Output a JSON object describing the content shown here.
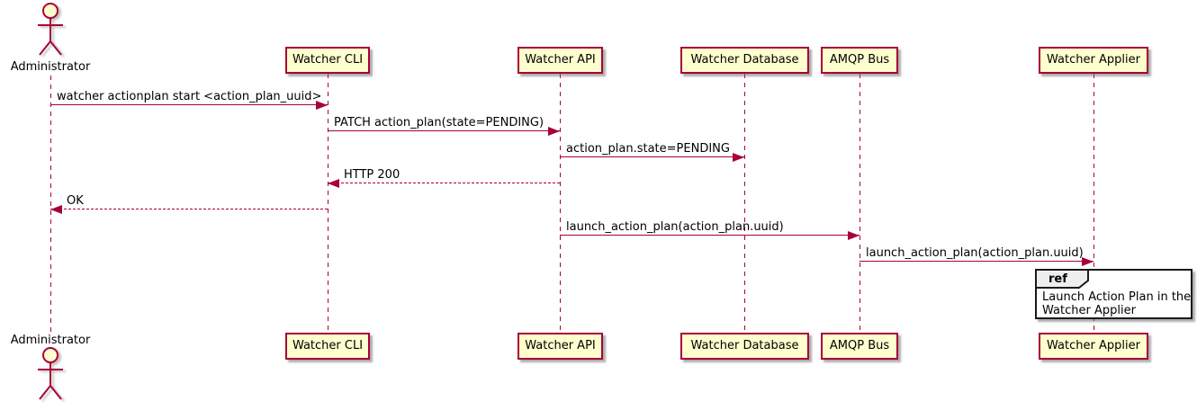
{
  "diagram": {
    "type": "sequence",
    "actor": {
      "label": "Administrator"
    },
    "participants": [
      {
        "label": "Watcher CLI"
      },
      {
        "label": "Watcher API"
      },
      {
        "label": "Watcher Database"
      },
      {
        "label": "AMQP Bus"
      },
      {
        "label": "Watcher Applier"
      }
    ],
    "messages": [
      {
        "label": "watcher actionplan start <action_plan_uuid>",
        "from": "Administrator",
        "to": "Watcher CLI",
        "line": "solid"
      },
      {
        "label": "PATCH action_plan(state=PENDING)",
        "from": "Watcher CLI",
        "to": "Watcher API",
        "line": "solid"
      },
      {
        "label": "action_plan.state=PENDING",
        "from": "Watcher API",
        "to": "Watcher Database",
        "line": "solid"
      },
      {
        "label": "HTTP 200",
        "from": "Watcher API",
        "to": "Watcher CLI",
        "line": "dashed"
      },
      {
        "label": "OK",
        "from": "Watcher CLI",
        "to": "Administrator",
        "line": "dashed"
      },
      {
        "label": "launch_action_plan(action_plan.uuid)",
        "from": "Watcher API",
        "to": "AMQP Bus",
        "line": "solid"
      },
      {
        "label": "launch_action_plan(action_plan.uuid)",
        "from": "AMQP Bus",
        "to": "Watcher Applier",
        "line": "solid"
      }
    ],
    "ref": {
      "keyword": "ref",
      "line1": "Launch Action Plan in the",
      "line2": "Watcher Applier"
    },
    "colors": {
      "participant_fill": "#FEFECE",
      "stroke": "#A80036",
      "ref_border": "#1A1A1A",
      "ref_tab_fill": "#EEEEEE",
      "text": "#000000"
    }
  }
}
